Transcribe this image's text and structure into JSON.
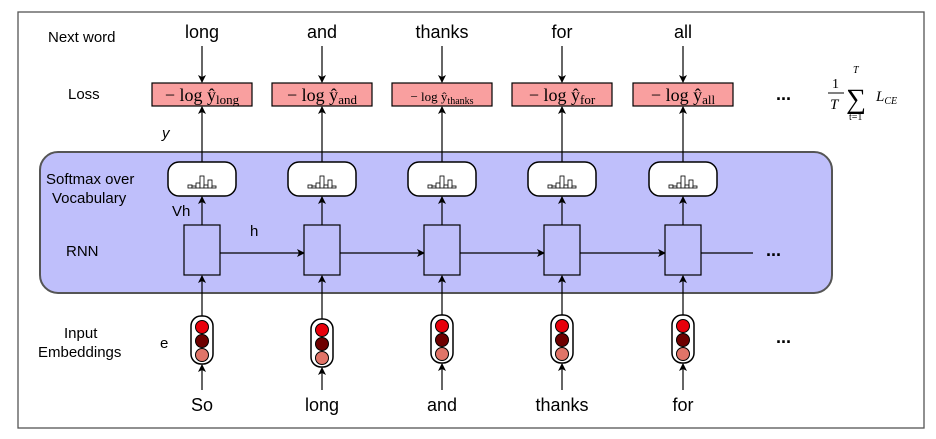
{
  "labels": {
    "next_word": "Next word",
    "loss": "Loss",
    "y": "y",
    "softmax_line1": "Softmax over",
    "softmax_line2": "Vocabulary",
    "vh": "Vh",
    "h": "h",
    "rnn": "RNN",
    "input_line1": "Input",
    "input_line2": "Embeddings",
    "e": "e",
    "ellipsis": "...",
    "loss_prefix": "− log ŷ",
    "sum_frac_num": "1",
    "sum_frac_den": "T",
    "sum_symbol": "∑",
    "sum_upper": "T",
    "sum_lower": "t=1",
    "sum_term": "L",
    "sum_term_sub": "CE"
  },
  "columns": [
    {
      "input": "So",
      "output": "long"
    },
    {
      "input": "long",
      "output": "and"
    },
    {
      "input": "and",
      "output": "thanks"
    },
    {
      "input": "thanks",
      "output": "for"
    },
    {
      "input": "for",
      "output": "all"
    }
  ],
  "colors": {
    "rnn_fill": "#bfbffb",
    "loss_fill": "#f99f9f",
    "embed_top": "#e8000b",
    "embed_mid": "#6e0000",
    "embed_bottom": "#e07468"
  }
}
